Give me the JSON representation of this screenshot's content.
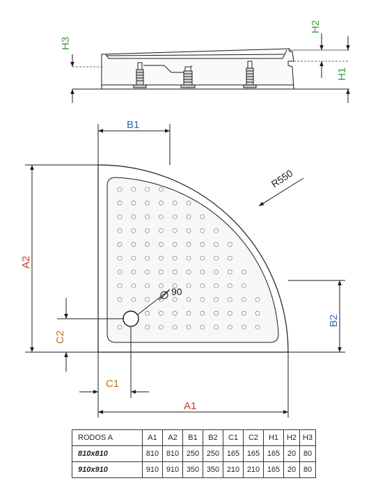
{
  "colors": {
    "a": "#c0392b",
    "b": "#2e6aa7",
    "c": "#b77524",
    "h": "#3d9a3d",
    "line": "#1a1a1a",
    "tray": "#fafafa"
  },
  "labels": {
    "h3": "H3",
    "h2": "H2",
    "h1": "H1",
    "b1": "B1",
    "b2": "B2",
    "a1": "A1",
    "a2": "A2",
    "c1": "C1",
    "c2": "C2",
    "radius": "R550",
    "drain": "90"
  },
  "table": {
    "title": "RODOS A",
    "headers": [
      "A1",
      "A2",
      "B1",
      "B2",
      "C1",
      "C2",
      "H1",
      "H2",
      "H3"
    ],
    "rows": [
      {
        "model": "810x810",
        "values": [
          "810",
          "810",
          "250",
          "250",
          "165",
          "165",
          "165",
          "20",
          "80"
        ]
      },
      {
        "model": "910x910",
        "values": [
          "910",
          "910",
          "350",
          "350",
          "210",
          "210",
          "165",
          "20",
          "80"
        ]
      }
    ]
  }
}
